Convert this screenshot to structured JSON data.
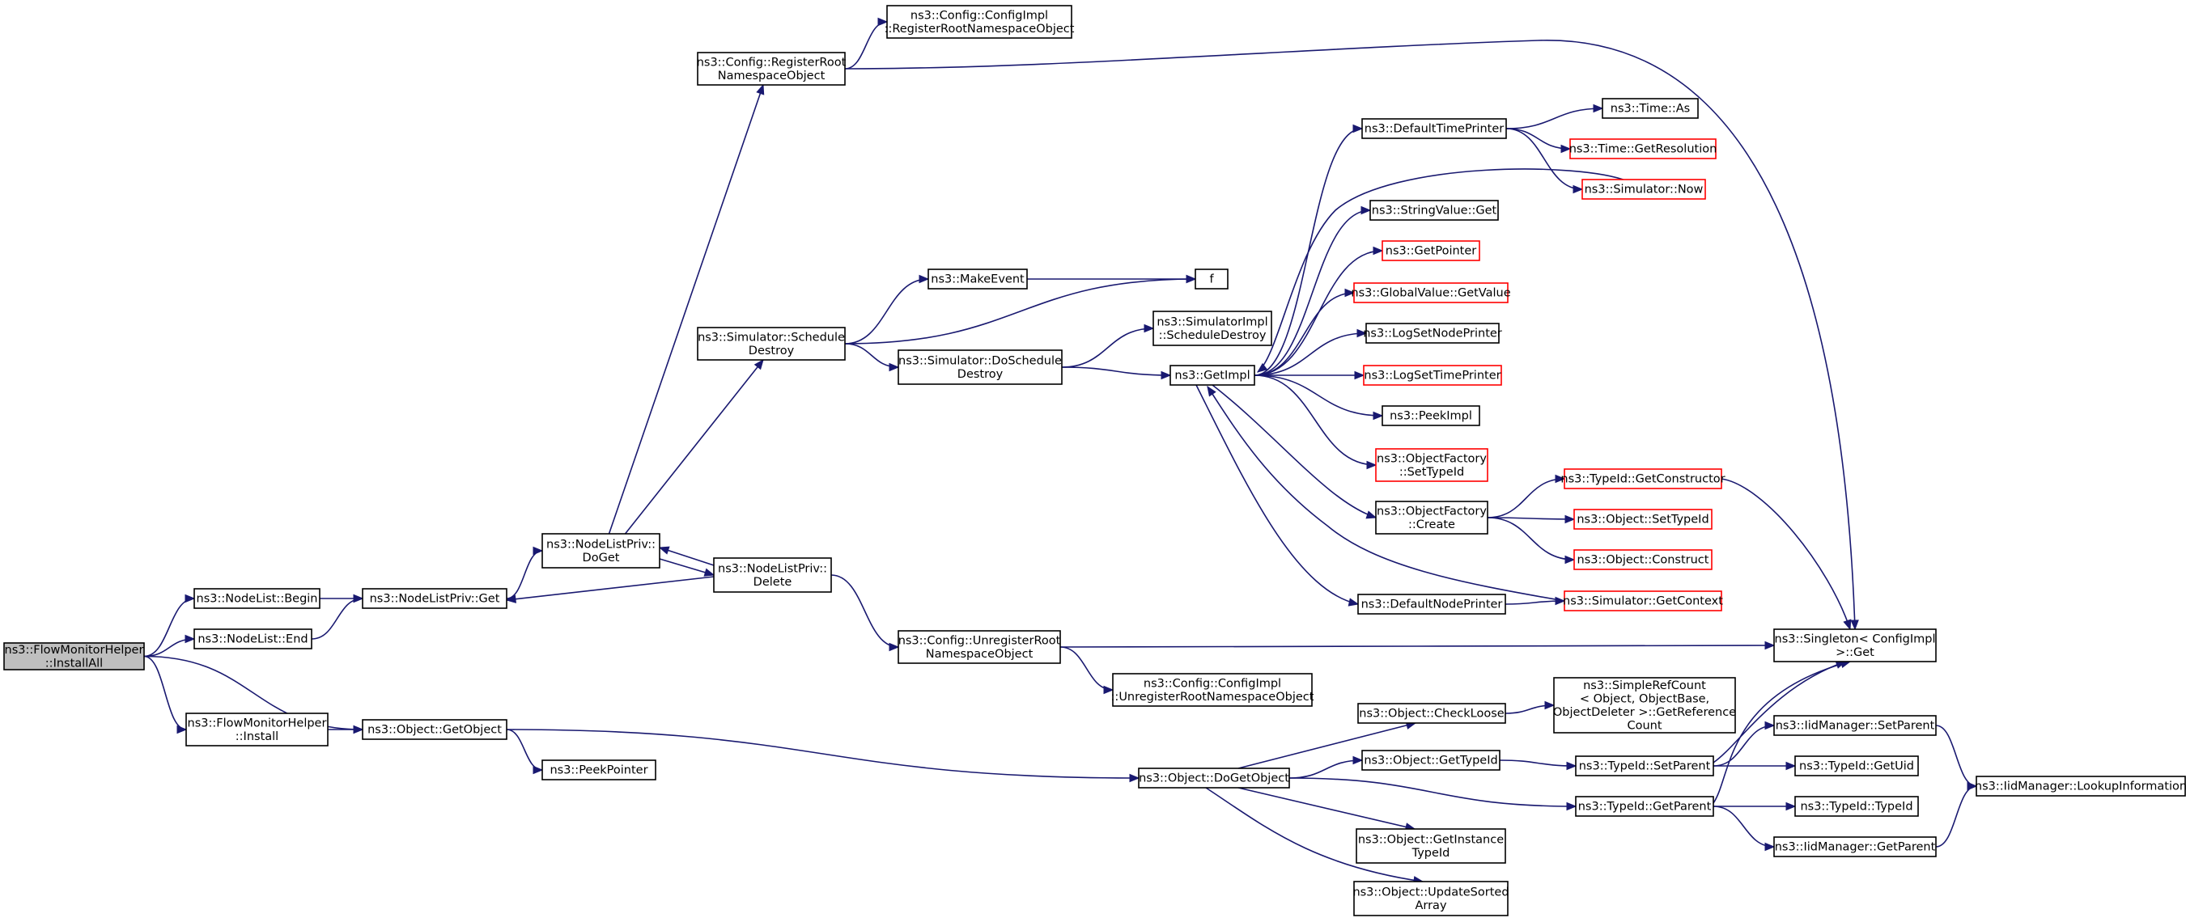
{
  "graph": {
    "nodes": [
      {
        "id": "root",
        "lines": [
          "ns3::FlowMonitorHelper",
          "::InstallAll"
        ],
        "style": "root"
      },
      {
        "id": "nl_begin",
        "lines": [
          "ns3::NodeList::Begin"
        ],
        "style": "normal"
      },
      {
        "id": "nl_end",
        "lines": [
          "ns3::NodeList::End"
        ],
        "style": "normal"
      },
      {
        "id": "fmh_install",
        "lines": [
          "ns3::FlowMonitorHelper",
          "::Install"
        ],
        "style": "normal"
      },
      {
        "id": "nlp_get",
        "lines": [
          "ns3::NodeListPriv::Get"
        ],
        "style": "normal"
      },
      {
        "id": "obj_getobject",
        "lines": [
          "ns3::Object::GetObject"
        ],
        "style": "normal"
      },
      {
        "id": "nlp_doget",
        "lines": [
          "ns3::NodeListPriv::",
          "DoGet"
        ],
        "style": "normal"
      },
      {
        "id": "nlp_delete",
        "lines": [
          "ns3::NodeListPriv::",
          "Delete"
        ],
        "style": "normal"
      },
      {
        "id": "peekpointer",
        "lines": [
          "ns3::PeekPointer"
        ],
        "style": "normal"
      },
      {
        "id": "cfg_regroot",
        "lines": [
          "ns3::Config::RegisterRoot",
          "NamespaceObject"
        ],
        "style": "normal"
      },
      {
        "id": "cfgimpl_regroot",
        "lines": [
          "ns3::Config::ConfigImpl",
          "::RegisterRootNamespaceObject"
        ],
        "style": "normal"
      },
      {
        "id": "sim_scheddestroy",
        "lines": [
          "ns3::Simulator::Schedule",
          "Destroy"
        ],
        "style": "normal"
      },
      {
        "id": "makeevent",
        "lines": [
          "ns3::MakeEvent"
        ],
        "style": "normal"
      },
      {
        "id": "f",
        "lines": [
          "f"
        ],
        "style": "normal"
      },
      {
        "id": "sim_doscheddestroy",
        "lines": [
          "ns3::Simulator::DoSchedule",
          "Destroy"
        ],
        "style": "normal"
      },
      {
        "id": "simimpl_scheddestroy",
        "lines": [
          "ns3::SimulatorImpl",
          "::ScheduleDestroy"
        ],
        "style": "normal"
      },
      {
        "id": "getimpl",
        "lines": [
          "ns3::GetImpl"
        ],
        "style": "normal"
      },
      {
        "id": "cfg_unregroot",
        "lines": [
          "ns3::Config::UnregisterRoot",
          "NamespaceObject"
        ],
        "style": "normal"
      },
      {
        "id": "cfgimpl_unregroot",
        "lines": [
          "ns3::Config::ConfigImpl",
          "::UnregisterRootNamespaceObject"
        ],
        "style": "normal"
      },
      {
        "id": "obj_dogetobject",
        "lines": [
          "ns3::Object::DoGetObject"
        ],
        "style": "normal"
      },
      {
        "id": "deftimeprinter",
        "lines": [
          "ns3::DefaultTimePrinter"
        ],
        "style": "normal"
      },
      {
        "id": "time_as",
        "lines": [
          "ns3::Time::As"
        ],
        "style": "normal"
      },
      {
        "id": "time_getres",
        "lines": [
          "ns3::Time::GetResolution"
        ],
        "style": "red"
      },
      {
        "id": "sim_now",
        "lines": [
          "ns3::Simulator::Now"
        ],
        "style": "red"
      },
      {
        "id": "strval_get",
        "lines": [
          "ns3::StringValue::Get"
        ],
        "style": "normal"
      },
      {
        "id": "getpointer",
        "lines": [
          "ns3::GetPointer"
        ],
        "style": "red"
      },
      {
        "id": "globval_getval",
        "lines": [
          "ns3::GlobalValue::GetValue"
        ],
        "style": "red"
      },
      {
        "id": "logsetnodeprinter",
        "lines": [
          "ns3::LogSetNodePrinter"
        ],
        "style": "normal"
      },
      {
        "id": "logsettimeprinter",
        "lines": [
          "ns3::LogSetTimePrinter"
        ],
        "style": "red"
      },
      {
        "id": "peekimpl",
        "lines": [
          "ns3::PeekImpl"
        ],
        "style": "normal"
      },
      {
        "id": "objfact_settypeid",
        "lines": [
          "ns3::ObjectFactory",
          "::SetTypeId"
        ],
        "style": "red"
      },
      {
        "id": "objfact_create",
        "lines": [
          "ns3::ObjectFactory",
          "::Create"
        ],
        "style": "normal"
      },
      {
        "id": "defnodeprinter",
        "lines": [
          "ns3::DefaultNodePrinter"
        ],
        "style": "normal"
      },
      {
        "id": "typeid_getctor",
        "lines": [
          "ns3::TypeId::GetConstructor"
        ],
        "style": "red"
      },
      {
        "id": "obj_settypeid",
        "lines": [
          "ns3::Object::SetTypeId"
        ],
        "style": "red"
      },
      {
        "id": "obj_construct",
        "lines": [
          "ns3::Object::Construct"
        ],
        "style": "red"
      },
      {
        "id": "sim_getcontext",
        "lines": [
          "ns3::Simulator::GetContext"
        ],
        "style": "red"
      },
      {
        "id": "singleton_get",
        "lines": [
          "ns3::Singleton< ConfigImpl",
          " >::Get"
        ],
        "style": "normal"
      },
      {
        "id": "obj_checkloose",
        "lines": [
          "ns3::Object::CheckLoose"
        ],
        "style": "normal"
      },
      {
        "id": "simplerefcount",
        "lines": [
          "ns3::SimpleRefCount",
          "< Object, ObjectBase,",
          "ObjectDeleter >::GetReference",
          "Count"
        ],
        "style": "normal"
      },
      {
        "id": "obj_gettypeid",
        "lines": [
          "ns3::Object::GetTypeId"
        ],
        "style": "normal"
      },
      {
        "id": "typeid_setparent",
        "lines": [
          "ns3::TypeId::SetParent"
        ],
        "style": "normal"
      },
      {
        "id": "typeid_getparent",
        "lines": [
          "ns3::TypeId::GetParent"
        ],
        "style": "normal"
      },
      {
        "id": "obj_getinsttypeid",
        "lines": [
          "ns3::Object::GetInstance",
          "TypeId"
        ],
        "style": "normal"
      },
      {
        "id": "obj_updatesorted",
        "lines": [
          "ns3::Object::UpdateSorted",
          "Array"
        ],
        "style": "normal"
      },
      {
        "id": "iidmgr_setparent",
        "lines": [
          "ns3::IidManager::SetParent"
        ],
        "style": "normal"
      },
      {
        "id": "typeid_getuid",
        "lines": [
          "ns3::TypeId::GetUid"
        ],
        "style": "normal"
      },
      {
        "id": "typeid_typeid",
        "lines": [
          "ns3::TypeId::TypeId"
        ],
        "style": "normal"
      },
      {
        "id": "iidmgr_getparent",
        "lines": [
          "ns3::IidManager::GetParent"
        ],
        "style": "normal"
      },
      {
        "id": "iidmgr_lookupinfo",
        "lines": [
          "ns3::IidManager::LookupInformation"
        ],
        "style": "normal"
      }
    ],
    "edges": [
      [
        "root",
        "nl_begin"
      ],
      [
        "root",
        "nl_end"
      ],
      [
        "root",
        "fmh_install"
      ],
      [
        "root",
        "obj_getobject"
      ],
      [
        "nl_begin",
        "nlp_get"
      ],
      [
        "nl_end",
        "nlp_get"
      ],
      [
        "fmh_install",
        "obj_getobject"
      ],
      [
        "nlp_get",
        "nlp_doget"
      ],
      [
        "nlp_doget",
        "cfg_regroot"
      ],
      [
        "nlp_doget",
        "sim_scheddestroy"
      ],
      [
        "nlp_doget",
        "nlp_delete"
      ],
      [
        "nlp_delete",
        "nlp_doget"
      ],
      [
        "nlp_delete",
        "nlp_get"
      ],
      [
        "nlp_delete",
        "cfg_unregroot"
      ],
      [
        "obj_getobject",
        "peekpointer"
      ],
      [
        "obj_getobject",
        "obj_dogetobject"
      ],
      [
        "cfg_regroot",
        "cfgimpl_regroot"
      ],
      [
        "cfg_regroot",
        "singleton_get"
      ],
      [
        "sim_scheddestroy",
        "makeevent"
      ],
      [
        "sim_scheddestroy",
        "f"
      ],
      [
        "sim_scheddestroy",
        "sim_doscheddestroy"
      ],
      [
        "makeevent",
        "f"
      ],
      [
        "sim_doscheddestroy",
        "simimpl_scheddestroy"
      ],
      [
        "sim_doscheddestroy",
        "getimpl"
      ],
      [
        "getimpl",
        "deftimeprinter"
      ],
      [
        "getimpl",
        "strval_get"
      ],
      [
        "getimpl",
        "getpointer"
      ],
      [
        "getimpl",
        "globval_getval"
      ],
      [
        "getimpl",
        "logsetnodeprinter"
      ],
      [
        "getimpl",
        "logsettimeprinter"
      ],
      [
        "getimpl",
        "peekimpl"
      ],
      [
        "getimpl",
        "objfact_settypeid"
      ],
      [
        "getimpl",
        "objfact_create"
      ],
      [
        "getimpl",
        "defnodeprinter"
      ],
      [
        "deftimeprinter",
        "time_as"
      ],
      [
        "deftimeprinter",
        "time_getres"
      ],
      [
        "deftimeprinter",
        "sim_now"
      ],
      [
        "sim_now",
        "getimpl"
      ],
      [
        "objfact_create",
        "typeid_getctor"
      ],
      [
        "objfact_create",
        "obj_settypeid"
      ],
      [
        "objfact_create",
        "obj_construct"
      ],
      [
        "defnodeprinter",
        "sim_getcontext"
      ],
      [
        "sim_getcontext",
        "getimpl"
      ],
      [
        "typeid_getctor",
        "singleton_get"
      ],
      [
        "cfg_unregroot",
        "cfgimpl_unregroot"
      ],
      [
        "cfg_unregroot",
        "singleton_get"
      ],
      [
        "obj_dogetobject",
        "obj_checkloose"
      ],
      [
        "obj_dogetobject",
        "obj_gettypeid"
      ],
      [
        "obj_dogetobject",
        "typeid_getparent"
      ],
      [
        "obj_dogetobject",
        "obj_getinsttypeid"
      ],
      [
        "obj_dogetobject",
        "obj_updatesorted"
      ],
      [
        "obj_checkloose",
        "simplerefcount"
      ],
      [
        "obj_gettypeid",
        "typeid_setparent"
      ],
      [
        "typeid_setparent",
        "singleton_get"
      ],
      [
        "typeid_setparent",
        "iidmgr_setparent"
      ],
      [
        "typeid_setparent",
        "typeid_getuid"
      ],
      [
        "typeid_getparent",
        "singleton_get"
      ],
      [
        "typeid_getparent",
        "typeid_typeid"
      ],
      [
        "typeid_getparent",
        "iidmgr_getparent"
      ],
      [
        "iidmgr_setparent",
        "iidmgr_lookupinfo"
      ],
      [
        "iidmgr_getparent",
        "iidmgr_lookupinfo"
      ]
    ],
    "colors": {
      "edge": "#191970",
      "node_border": "#000000",
      "node_border_highlight": "#ff0000",
      "root_fill": "#bfbfbf",
      "background": "#ffffff"
    }
  }
}
